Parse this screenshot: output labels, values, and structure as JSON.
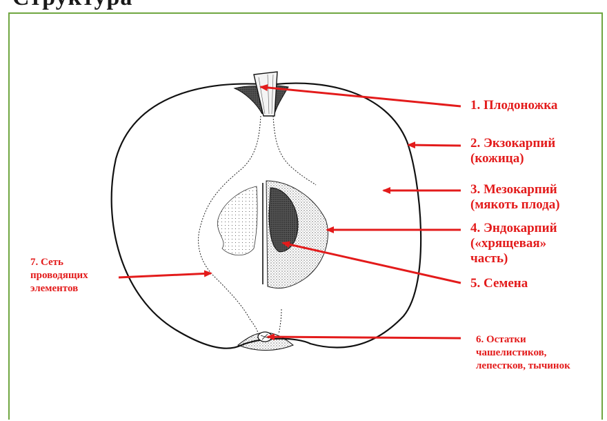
{
  "header": {
    "heading_text": "Структура"
  },
  "colors": {
    "label_red": "#e31b1b",
    "frame_green": "#6fa640",
    "ink": "#111111"
  },
  "labels": [
    {
      "id": "peduncle",
      "lines": [
        "1. Плодоножка"
      ]
    },
    {
      "id": "exocarp",
      "lines": [
        "2. Экзокарпий",
        "(кожица)"
      ]
    },
    {
      "id": "mesocarp",
      "lines": [
        "3. Мезокарпий",
        "(мякоть плода)"
      ]
    },
    {
      "id": "endocarp",
      "lines": [
        "4. Эндокарпий",
        "(«хрящевая»",
        "часть)"
      ]
    },
    {
      "id": "seeds",
      "lines": [
        "5. Семена"
      ]
    },
    {
      "id": "calyx",
      "lines": [
        "6. Остатки",
        "чашелистиков,",
        "лепестков, тычинок"
      ]
    },
    {
      "id": "vascular",
      "lines": [
        "7. Сеть",
        "проводящих",
        "элементов"
      ]
    }
  ]
}
